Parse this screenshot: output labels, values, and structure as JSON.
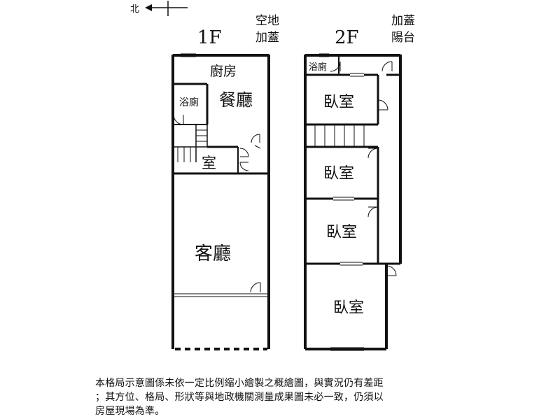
{
  "compass": {
    "north": "北"
  },
  "floor1": {
    "label": "1F",
    "outdoor_note": [
      "空地",
      "加蓋"
    ],
    "rooms": {
      "kitchen": "廚房",
      "dining": "餐廳",
      "bath": "浴廁",
      "room": "室",
      "living": "客廳"
    }
  },
  "floor2": {
    "label": "2F",
    "outdoor_note": [
      "加蓋",
      "陽台"
    ],
    "rooms": {
      "bath": "浴廁",
      "bedroom1": "臥室",
      "bedroom2": "臥室",
      "bedroom3": "臥室",
      "bedroom4": "臥室"
    }
  },
  "disclaimer": [
    "本格局示意圖係未依一定比例縮小繪製之概繪圖，與實況仍有差距",
    "；其方位、格局、形狀等與地政機關測量成果圖未必一致，仍須以",
    "房屋現場為準。"
  ]
}
